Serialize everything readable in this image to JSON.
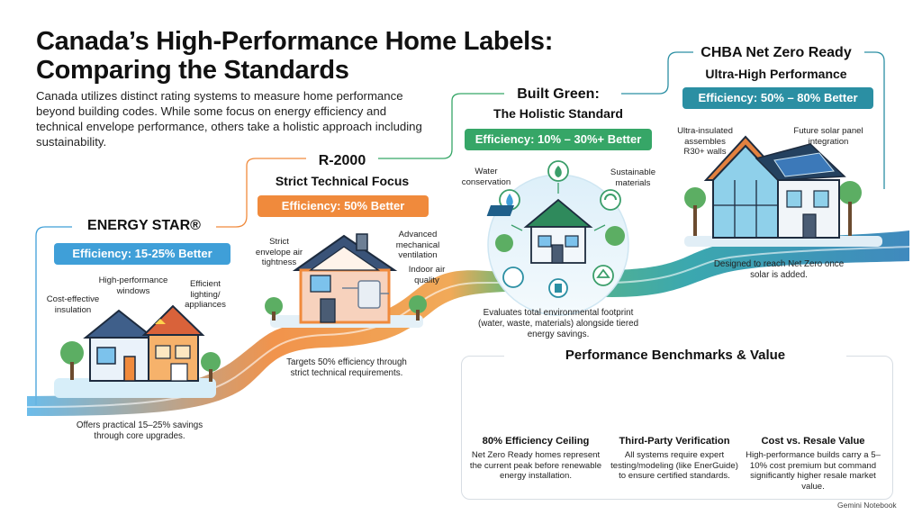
{
  "title_line1": "Canada’s High-Performance Home Labels:",
  "title_line2": "Comparing the Standards",
  "intro": "Canada utilizes distinct rating systems to measure home performance beyond building codes. While some focus on energy efficiency and technical envelope performance, others take a holistic approach including sustainability.",
  "colors": {
    "blue": "#3f9fd8",
    "orange": "#f08a3c",
    "green": "#36a667",
    "teal": "#2b8fa3",
    "navy": "#1f6f9c"
  },
  "levels": {
    "energy_star": {
      "title": "ENERGY STAR®",
      "pill": "Efficiency: 15-25% Better",
      "labels": [
        "Cost-effective insulation",
        "High-performance windows",
        "Efficient lighting/ appliances"
      ],
      "caption": "Offers practical 15–25% savings through core upgrades."
    },
    "r2000": {
      "title": "R-2000",
      "subtitle": "Strict Technical Focus",
      "pill": "Efficiency: 50% Better",
      "labels": [
        "Strict envelope air tightness",
        "Advanced mechanical ventilation",
        "Indoor air quality"
      ],
      "caption": "Targets 50% efficiency through strict technical requirements."
    },
    "built_green": {
      "title": "Built Green:",
      "subtitle": "The Holistic Standard",
      "pill": "Efficiency: 10% – 30%+ Better",
      "labels": [
        "Water conservation",
        "Sustainable materials"
      ],
      "caption": "Evaluates total environmental footprint (water, waste, materials) alongside tiered energy savings."
    },
    "net_zero": {
      "title": "CHBA Net Zero Ready",
      "subtitle": "Ultra-High Performance",
      "pill": "Efficiency: 50% – 80% Better",
      "labels": [
        "Ultra-insulated assembles R30+ walls",
        "Future solar panel integration"
      ],
      "caption": "Designed to reach Net Zero once solar is added."
    }
  },
  "benchmarks": {
    "title": "Performance Benchmarks & Value",
    "items": [
      {
        "icon": "bar-chart-icon",
        "heading": "80% Efficiency Ceiling",
        "text": "Net Zero Ready homes represent the current peak before renewable energy installation."
      },
      {
        "icon": "badge-check-icon",
        "heading": "Third-Party Verification",
        "text": "All systems require expert testing/modeling (like EnerGuide) to ensure certified standards."
      },
      {
        "icon": "scale-icon",
        "heading": "Cost vs. Resale Value",
        "text": "High-performance builds carry a 5–10% cost premium but command significantly higher resale market value."
      }
    ]
  },
  "brand": "Gemini Notebook"
}
